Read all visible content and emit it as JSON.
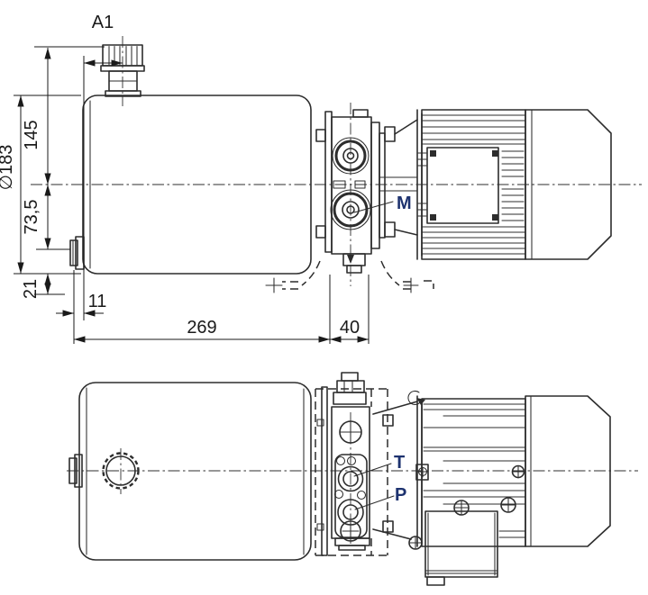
{
  "drawing": {
    "colors": {
      "background": "#ffffff",
      "line": "#2d2d2d",
      "dimension_text": "#1a1a1a",
      "port_label": "#1d326f"
    },
    "dimensions": {
      "a1": "A1",
      "height_145": "145",
      "tank_diameter": "∅183",
      "height_73_5": "73,5",
      "height_21": "21",
      "offset_11": "11",
      "length_269": "269",
      "block_width_40": "40"
    },
    "ports": {
      "gauge": "M",
      "tank_line": "T",
      "pressure": "P"
    }
  }
}
